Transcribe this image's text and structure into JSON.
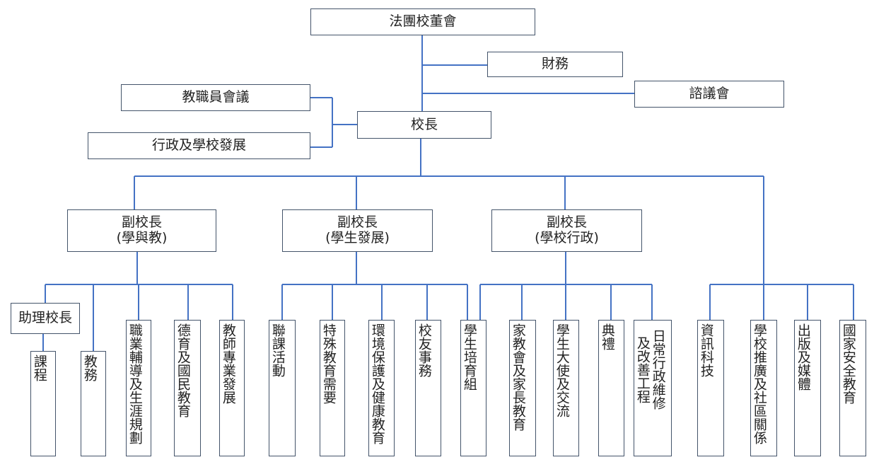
{
  "top": {
    "board": "法團校董會",
    "finance": "財務",
    "advisory": "諮議會",
    "staff_meeting": "教職員會議",
    "admin_dev": "行政及學校發展",
    "principal": "校長"
  },
  "vice_principals": [
    {
      "title": "副校長",
      "subtitle": "(學與教)"
    },
    {
      "title": "副校長",
      "subtitle": "(學生發展)"
    },
    {
      "title": "副校長",
      "subtitle": "(學校行政)"
    }
  ],
  "assistant_principal": "助理校長",
  "units": {
    "curriculum": "課程",
    "academic": "教務",
    "careers": "職業輔導及生涯規劃",
    "moral": "德育及國民教育",
    "teacher_dev": "教師專業發展",
    "extracurricular": "聯課活動",
    "sen": "特殊教育需要",
    "environment": "環境保護及健康教育",
    "alumni": "校友事務",
    "student_training": "學生培育組",
    "pta": "家教會及家長教育",
    "ambassador": "學生大使及交流",
    "ceremony": "典禮",
    "daily_admin": "日常行政維修及改善工程",
    "it": "資訊科技",
    "promotion": "學校推廣及社區關係",
    "publication": "出版及媒體",
    "security": "國家安全教育"
  },
  "colors": {
    "line": "#4472c4",
    "border": "#44546a"
  }
}
